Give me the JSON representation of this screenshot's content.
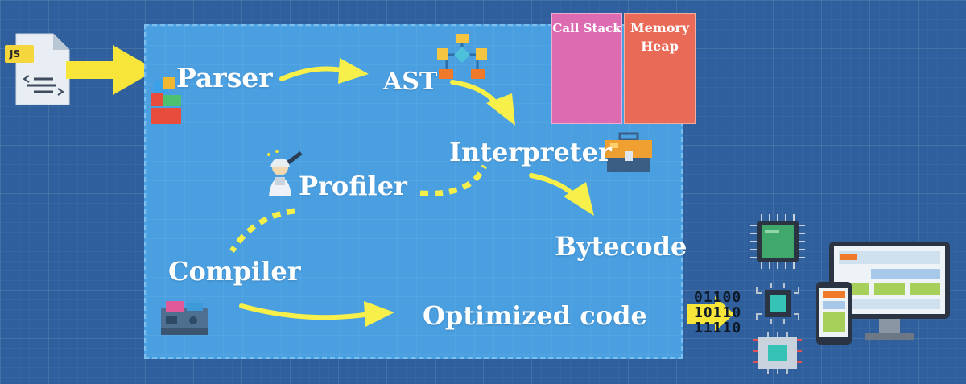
{
  "file_icon": {
    "badge": "JS"
  },
  "engine": {
    "parser": "Parser",
    "ast": "AST",
    "interpreter": "Interpreter",
    "profiler": "Profiler",
    "compiler": "Compiler",
    "bytecode": "Bytecode",
    "optimized_code": "Optimized code"
  },
  "memory": {
    "call_stack": "Call Stack",
    "memory_heap_line1": "Memory",
    "memory_heap_line2": "Heap"
  },
  "binary": [
    "01100",
    "10110",
    "11110"
  ],
  "colors": {
    "background": "#2f5f9c",
    "engine_box": "#4a9fe0",
    "arrow": "#f7f04a",
    "call_stack": "#dd6bb2",
    "memory_heap": "#ea6a58"
  }
}
